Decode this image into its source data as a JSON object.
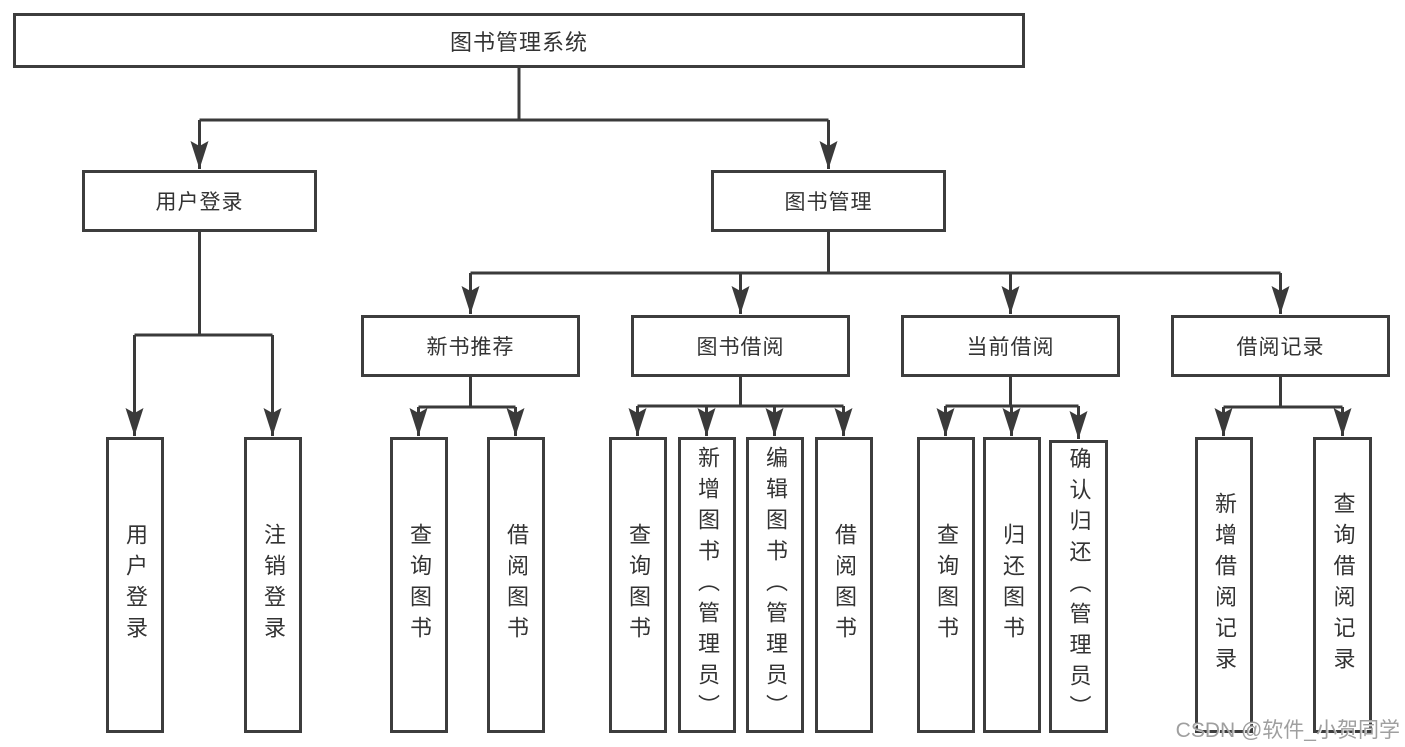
{
  "colors": {
    "line": "#3a3a3a",
    "box_border": "#3d3d3d",
    "text": "#333333",
    "watermark": "#9f9f9f",
    "background": "#ffffff"
  },
  "watermark": {
    "text": "CSDN @软件_小贺同学"
  },
  "tree": {
    "label": "图书管理系统",
    "children": [
      {
        "label": "用户登录",
        "children": [
          {
            "label": "用户登录"
          },
          {
            "label": "注销登录"
          }
        ]
      },
      {
        "label": "图书管理",
        "children": [
          {
            "label": "新书推荐",
            "children": [
              {
                "label": "查询图书"
              },
              {
                "label": "借阅图书"
              }
            ]
          },
          {
            "label": "图书借阅",
            "children": [
              {
                "label": "查询图书"
              },
              {
                "label": "新增图书（管理员）"
              },
              {
                "label": "编辑图书（管理员）"
              },
              {
                "label": "借阅图书"
              }
            ]
          },
          {
            "label": "当前借阅",
            "children": [
              {
                "label": "查询图书"
              },
              {
                "label": "归还图书"
              },
              {
                "label": "确认归还（管理员）"
              }
            ]
          },
          {
            "label": "借阅记录",
            "children": [
              {
                "label": "新增借阅记录"
              },
              {
                "label": "查询借阅记录"
              }
            ]
          }
        ]
      }
    ]
  }
}
